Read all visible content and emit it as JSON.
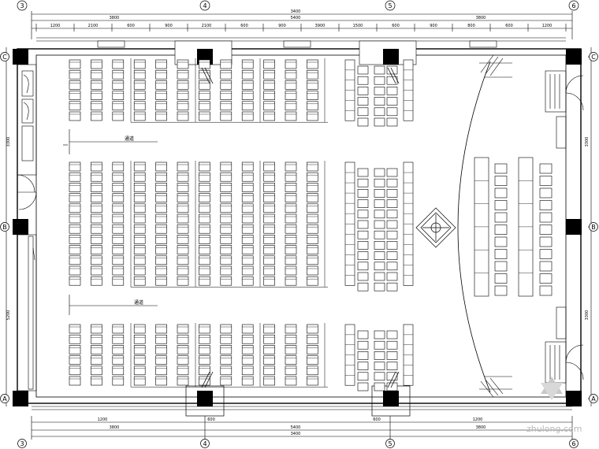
{
  "grid_labels": {
    "top": [
      "3",
      "4",
      "5",
      "6"
    ],
    "bottom": [
      "3",
      "4",
      "5",
      "6"
    ],
    "left": [
      "C",
      "B",
      "A"
    ],
    "right": [
      "C",
      "B",
      "A"
    ]
  },
  "dimensions": {
    "top_overall": "3400",
    "top_bays": [
      "3800",
      "5400",
      "3800"
    ],
    "top_segments": [
      "1200",
      "2100",
      "600",
      "900",
      "2100",
      "600",
      "900",
      "3900",
      "1500",
      "600",
      "900",
      "800",
      "600",
      "1200"
    ],
    "bottom_bays": [
      "3800",
      "5400",
      "3800"
    ],
    "bottom_overall": "3400",
    "bottom_detail": [
      "1200",
      "600",
      "600",
      "1200"
    ],
    "left_side": [
      "3300",
      "5200"
    ],
    "right_side": [
      "3300",
      "3300"
    ]
  },
  "annotations": {
    "aisle_upper": "通道",
    "aisle_lower": "通道"
  },
  "watermark": {
    "site": "zhulong.com"
  },
  "colors": {
    "line": "#000000",
    "background": "#ffffff",
    "watermark": "#b9b9b9"
  }
}
